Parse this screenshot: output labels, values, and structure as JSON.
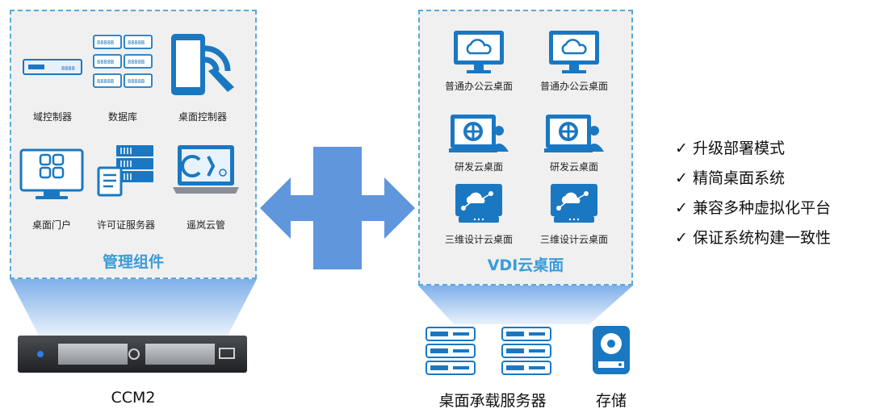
{
  "left_panel": {
    "title": "管理组件",
    "items": [
      {
        "label": "域控制器",
        "icon": "server-rack-icon"
      },
      {
        "label": "数据库",
        "icon": "database-servers-icon"
      },
      {
        "label": "桌面控制器",
        "icon": "tablet-wireless-icon"
      },
      {
        "label": "桌面门户",
        "icon": "monitor-grid-icon"
      },
      {
        "label": "许可证服务器",
        "icon": "license-server-icon"
      },
      {
        "label": "遥岚云管",
        "icon": "laptop-cloud-icon"
      }
    ]
  },
  "right_panel": {
    "title": "VDI云桌面",
    "items": [
      {
        "label": "普通办公云桌面",
        "icon": "monitor-cloud-icon"
      },
      {
        "label": "普通办公云桌面",
        "icon": "monitor-cloud-icon"
      },
      {
        "label": "研发云桌面",
        "icon": "developer-desktop-icon"
      },
      {
        "label": "研发云桌面",
        "icon": "developer-desktop-icon"
      },
      {
        "label": "三维设计云桌面",
        "icon": "3d-design-desktop-icon"
      },
      {
        "label": "三维设计云桌面",
        "icon": "3d-design-desktop-icon"
      }
    ]
  },
  "hardware": {
    "ccm_label": "CCM2",
    "server_label": "桌面承载服务器",
    "storage_label": "存储"
  },
  "benefits": [
    "升级部署模式",
    "精简桌面系统",
    "兼容多种虚拟化平台",
    "保证系统构建一致性"
  ],
  "check_symbol": "✓",
  "colors": {
    "accent": "#3a9bd9",
    "icon_blue": "#1a78c2",
    "arrow": "#5f96dc",
    "panel_bg": "#f0f0f0"
  }
}
